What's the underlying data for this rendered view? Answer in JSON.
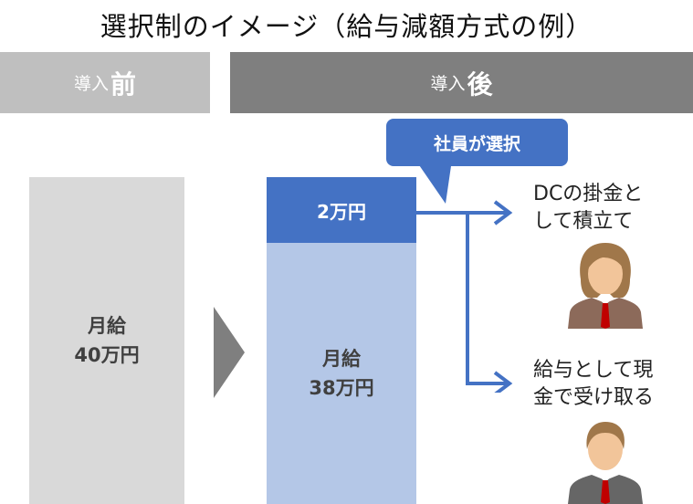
{
  "title": "選択制のイメージ（給与減額方式の例）",
  "header": {
    "before_prefix": "導入",
    "before_suffix": "前",
    "after_prefix": "導入",
    "after_suffix": "後"
  },
  "before_bar": {
    "line1": "月給",
    "line2": "40万円"
  },
  "after_bar": {
    "top_label": "2万円",
    "bottom_line1": "月給",
    "bottom_line2": "38万円"
  },
  "callout": "社員が選択",
  "options": [
    {
      "line1": "DCの掛金と",
      "line2": "して積立て",
      "figure": "female-employee-icon"
    },
    {
      "line1": "給与として現",
      "line2": "金で受け取る",
      "figure": "male-employee-icon"
    }
  ],
  "colors": {
    "header_before": "#bfbfbf",
    "header_after": "#7f7f7f",
    "bar_before": "#d9d9d9",
    "bar_top": "#4472c4",
    "bar_bottom": "#b4c7e7",
    "accent": "#4472c4",
    "tie": "#c00000"
  }
}
